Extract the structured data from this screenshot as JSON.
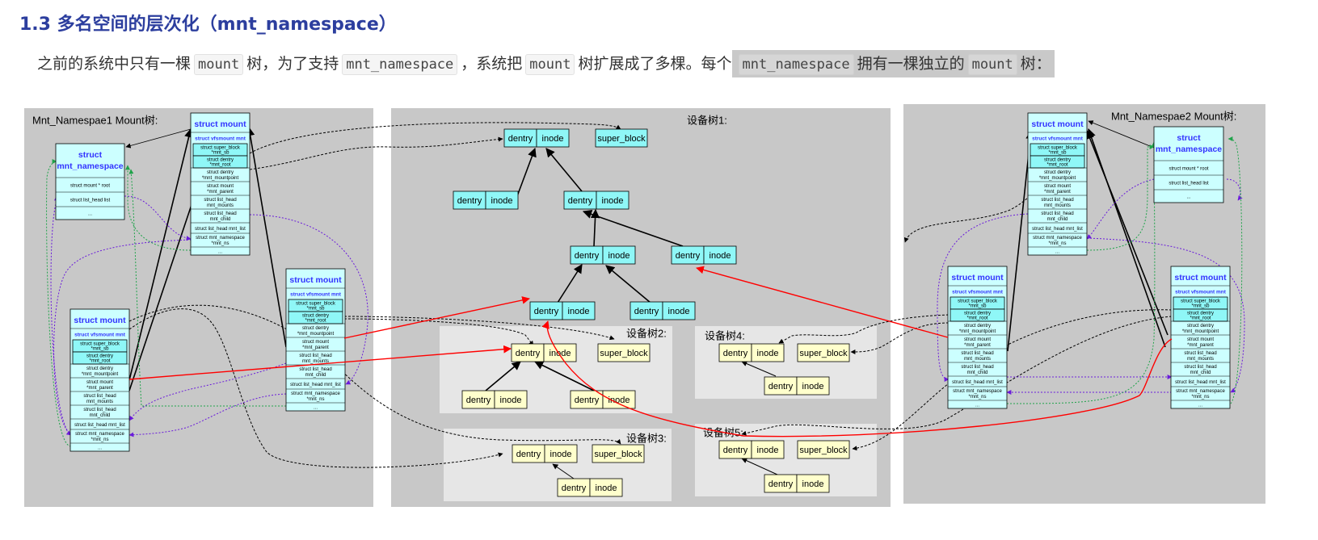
{
  "heading": "1.3 多名空间的层次化（mnt_namespace）",
  "para": {
    "t1": "之前的系统中只有一棵",
    "c1": "mount",
    "t2": "树，为了支持",
    "c2": "mnt_namespace",
    "t3": "，系统把",
    "c3": "mount",
    "t4": "树扩展成了多棵。每个",
    "c4": "mnt_namespace",
    "t5": "拥有一棵独立的",
    "c5": "mount",
    "t6": "树："
  },
  "diagram": {
    "left_title": "Mnt_Namespae1  Mount树:",
    "right_title": "Mnt_Namespae2  Mount树:",
    "dev_tree1": "设备树1:",
    "dev_tree2": "设备树2:",
    "dev_tree3": "设备树3:",
    "dev_tree4": "设备树4:",
    "dev_tree5": "设备树5:",
    "dentry": "dentry",
    "inode": "inode",
    "super_block": "super_block",
    "mount_title": "struct mount",
    "vfsmount": "struct vfsmount mnt",
    "ns_title_1": "struct",
    "ns_title_2": "mnt_namespace",
    "ns_fields": [
      "struct mount * root",
      "struct list_head list",
      "..."
    ],
    "mount_fields": [
      [
        "struct super_block",
        "*mnt_sb"
      ],
      [
        "struct dentry",
        "*mnt_root"
      ],
      [
        "struct dentry",
        "*mnt_mountpoint"
      ],
      [
        "struct mount",
        "*mnt_parent"
      ],
      [
        "struct list_head",
        "mnt_mounts"
      ],
      [
        "struct list_head",
        "mnt_child"
      ],
      [
        "struct list_head mnt_list"
      ],
      [
        "struct mnt_namespace",
        "*mnt_ns"
      ],
      [
        "..."
      ]
    ],
    "colors": {
      "panel": "#c8c8c8",
      "subpanel": "#e6e6e6",
      "cyan": "#8ff7f7",
      "lightcyan": "#ccffff",
      "yellow": "#ffffcc",
      "red": "#ff0000",
      "title_blue": "#3333ff"
    }
  }
}
